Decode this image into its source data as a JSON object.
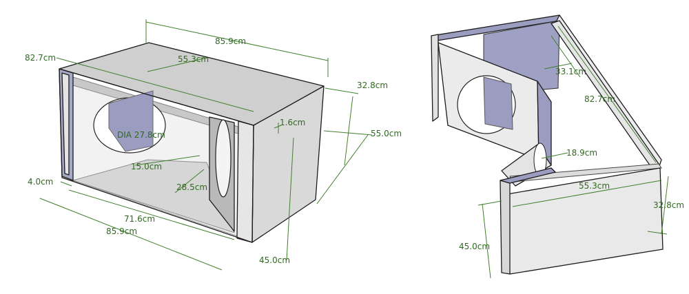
{
  "colors": {
    "dimension": "#2f6a1f",
    "panel_light": "#e8e8e8",
    "panel_mid": "#d2d2d2",
    "panel_blue": "#9a9cc0",
    "panel_edge": "#1b1b1b"
  },
  "left_view": {
    "labels": {
      "width_top": "85.9cm",
      "depth_top_left": "82.7cm",
      "top_inner": "55.3cm",
      "height_right": "32.8cm",
      "board_thickness": "1.6cm",
      "port_diameter": "DIA 27.8cm",
      "depth_right": "55.0cm",
      "side_thickness": "4.0cm",
      "port_gap": "15.0cm",
      "inner_depth": "28.5cm",
      "inner_width": "71.6cm",
      "width_bottom": "85.9cm",
      "height_bottom": "45.0cm"
    }
  },
  "right_view": {
    "labels": {
      "divider_height": "33.1cm",
      "back_depth": "82.7cm",
      "divider_gap": "18.9cm",
      "front_width": "55.3cm",
      "front_height": "32.8cm",
      "left_height": "45.0cm"
    }
  }
}
